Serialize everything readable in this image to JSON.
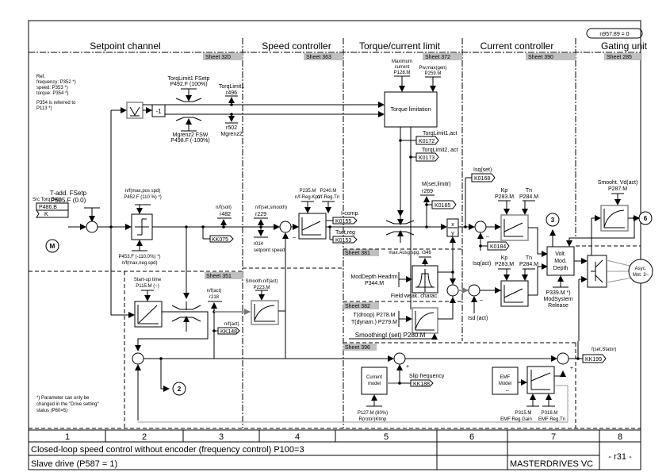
{
  "badge": "n957.89 = 0",
  "sections": [
    {
      "title": "Setpoint channel",
      "sheet": "Sheet 320"
    },
    {
      "title": "Speed controller",
      "sheet": "Sheet 363"
    },
    {
      "title": "Torque/current limit",
      "sheet": "Sheet 372"
    },
    {
      "title": "Current controller",
      "sheet": "Sheet 390"
    },
    {
      "title": "Gating unit",
      "sheet": "Sheet 285"
    }
  ],
  "subsheets": {
    "s351": "Sheet 351",
    "s381": "Sheet 381",
    "s382": "Sheet 382",
    "s396": "Sheet 396"
  },
  "ref_note": {
    "l1": "Ref.",
    "l2": "frequency:  P352 *)",
    "l3": "speed:  P353 *)",
    "l4": "torque:   P354 *)",
    "l5": "P354 is referred to",
    "l6": "P113 *)"
  },
  "setpoint": {
    "src_label": "Src Torq Setp",
    "src_param": "P486.B",
    "src_conn": "K",
    "tadd_l1": "T-add. FSetp",
    "tadd_l2": "P505.F (0.0)",
    "motor": "M",
    "lim_top_l1": "n/f(max,pos spd)",
    "lim_top_l2": "P452.F (110 %) *)",
    "lim_bot_l1": "P453.F (-110,0%) *)",
    "lim_bot_l2": "n/f(max,neg.spd)",
    "torq1_l1": "TorqLimit1 FSetp",
    "torq1_l2": "P492.F (100%)",
    "torq1_r_l1": "TorqLimit1",
    "torq1_r_l2": "r496",
    "mgr_l1": "Mgrenz2 FSW",
    "mgr_l2": "P498.F (-100%)",
    "mgr_r_l1": "r502",
    "mgr_r_l2": "Mgrenz2",
    "neg": "-1",
    "nsoll_l1": "n/f(soll)",
    "nsoll_l2": "r482",
    "kk075": "KK075"
  },
  "speed": {
    "smooth_l1": "n/f(set,smooth)",
    "smooth_l2": "r229",
    "r014_l1": "r014",
    "r014_l2": "setpoint speed",
    "kp_l1": "P235.M",
    "kp_l2": "n/f-Reg.Kp1",
    "tn_l1": "P240.M",
    "tn_l2": "n/f-Reg.Tn",
    "icomp": "I-comp.",
    "k0155": "K0155",
    "tsetreg": "Tset,reg",
    "k0153": "K0153",
    "startup_l1": "Start-up time",
    "startup_l2": "P115.M (~)",
    "nact_l1": "n/f(act)",
    "nact_l2": "r218",
    "nact2": "n/f(act)",
    "kk148": "KK148",
    "smoothact_l1": "Smooth.n/f(act)",
    "smoothact_l2": "P223.M"
  },
  "torque": {
    "maxcur_l1": "Maximum",
    "maxcur_l2": "current",
    "maxcur_l3": "P128.M",
    "pw_l1": "Pw,max(gen)",
    "pw_l2": "P259.M",
    "block": "Torque limitation",
    "tl1": "TorqLimit1,act",
    "k0172": "K0172",
    "tl2": "TorqLimit2, act",
    "k0173": "K0173",
    "mset_l1": "M(set,limitr)",
    "mset_l2": "r269",
    "k0165": "K0165",
    "div_x": "x",
    "div_y": "y",
    "maxausg": "max.Ausg.spg.  r346",
    "moddepth_l1": "ModDepth Headrm",
    "moddepth_l2": "P344.M",
    "fieldweak": "Field weak. charac.",
    "tdroop": "T(droop) P278.M",
    "tdynam": "T(dynam.) P279.M",
    "smoothingi": "SmoothingI (set) P280.M"
  },
  "current": {
    "isqset": "Isq(set)",
    "k0168": "K0168",
    "kp1_l1": "Kp",
    "kp1_l2": "P283.M",
    "tn1_l1": "Tn",
    "tn1_l2": "P284.M",
    "k0184": "K0184",
    "isqact": "Isq(act)",
    "kp2_l1": "Kp",
    "kp2_l2": "P283.M",
    "tn2_l1": "Tn",
    "tn2_l2": "P284.M",
    "isdact": "Isd (act)",
    "volt_l1": "Volt.",
    "volt_l2": "Mod.",
    "volt_l3": "Depth",
    "p339_l1": "P339.M *)",
    "p339_l2": "ModSystem",
    "p339_l3": "Release",
    "conn3": "3"
  },
  "gating": {
    "smoothvd_l1": "Smooht. Vd(act)",
    "smoothvd_l2": "P287.M",
    "conn6": "6",
    "motor_l1": "Asyc.",
    "motor_l2": "Mot. 3~"
  },
  "model": {
    "curmodel_l1": "Current",
    "curmodel_l2": "model",
    "slip": "Slip frequency",
    "kk188": "KK188",
    "p127_l1": "P127.M (80%)",
    "p127_l2": "R(rotor)Ktmp",
    "emf_l1": "EMF",
    "emf_l2": "Model",
    "p315_l1": "P315.M",
    "p315_l2": "EMF Reg  Gain",
    "p316_l1": "P316.M",
    "p316_l2": "EMF Reg.Tn",
    "fset": "f(set,Stator)",
    "kk199": "KK199",
    "plus": "+",
    "minus": "–",
    "conn2": "2"
  },
  "footnote": {
    "l1": "*) Parameter can only be",
    "l2": "changed in the \"Drive setting\"",
    "l3": "status (P60=5)"
  },
  "footer": {
    "columns": [
      "1",
      "2",
      "3",
      "4",
      "5",
      "6",
      "7",
      "8"
    ],
    "title1": "Closed-loop speed control without encoder (frequency control) P100=3",
    "title2": "Slave drive (P587 = 1)",
    "product": "MASTERDRIVES VC",
    "page": "- r31 -"
  }
}
